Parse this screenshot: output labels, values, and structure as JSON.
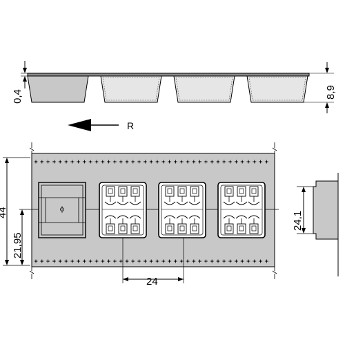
{
  "colors": {
    "tape": "#c8c8c8",
    "pocket_empty": "#e6e6e6",
    "pocket_first": "#c8c8c8",
    "line": "#000000"
  },
  "labels": {
    "side_dim_top": "0,4",
    "side_dim_depth": "8,9",
    "direction": "R",
    "width": "44",
    "hole_offset": "21,95",
    "pitch": "24",
    "pocket_width": "24,1"
  },
  "pockets": [
    {
      "state": "empty"
    },
    {
      "state": "component"
    },
    {
      "state": "component"
    },
    {
      "state": "component"
    }
  ]
}
